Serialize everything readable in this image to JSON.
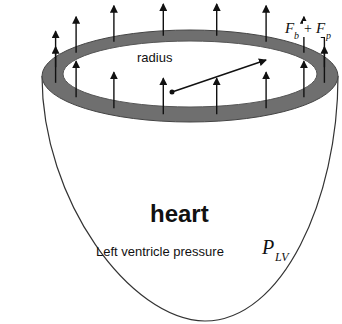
{
  "diagram": {
    "labels": [
      "radius",
      "F",
      "b",
      "+",
      "F",
      "p",
      "heart",
      "Left ventricle pressure",
      "P",
      "LV"
    ]
  }
}
